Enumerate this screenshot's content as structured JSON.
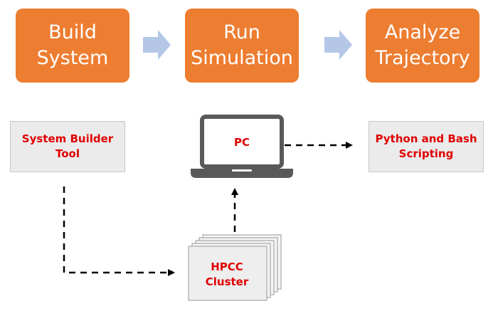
{
  "stages": [
    {
      "line1": "Build",
      "line2": "System"
    },
    {
      "line1": "Run",
      "line2": "Simulation"
    },
    {
      "line1": "Analyze",
      "line2": "Trajectory"
    }
  ],
  "tools": {
    "builder": {
      "line1": "System Builder",
      "line2": "Tool"
    },
    "pc": {
      "label": "PC"
    },
    "scripting": {
      "line1": "Python and Bash",
      "line2": "Scripting"
    },
    "cluster": {
      "line1": "HPCC",
      "line2": "Cluster"
    }
  },
  "colors": {
    "stage": "#ED7D31",
    "stage_arrow": "#B4C7E7",
    "tool_box": "#EBEBEB",
    "tool_text": "#E00000",
    "connector": "#000000"
  }
}
